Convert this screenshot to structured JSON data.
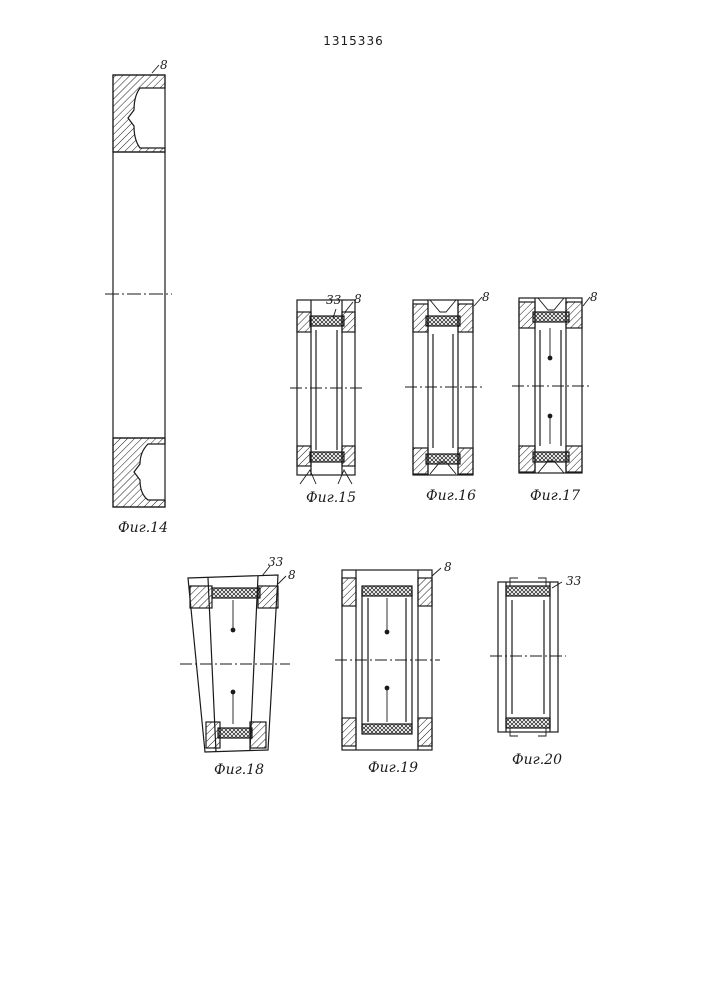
{
  "document": {
    "number": "1315336"
  },
  "figures": [
    {
      "id": "fig14",
      "caption": "Фиг.14",
      "refs": [
        "8"
      ]
    },
    {
      "id": "fig15",
      "caption": "Фиг.15",
      "refs": [
        "33",
        "8"
      ]
    },
    {
      "id": "fig16",
      "caption": "Фиг.16",
      "refs": [
        "8"
      ]
    },
    {
      "id": "fig17",
      "caption": "Фиг.17",
      "refs": [
        "8"
      ]
    },
    {
      "id": "fig18",
      "caption": "Фиг.18",
      "refs": [
        "33",
        "8"
      ]
    },
    {
      "id": "fig19",
      "caption": "Фиг.19",
      "refs": [
        "8"
      ]
    },
    {
      "id": "fig20",
      "caption": "Фиг.20",
      "refs": [
        "33"
      ]
    }
  ],
  "colors": {
    "ink": "#1a1a1a",
    "paper": "#ffffff"
  }
}
